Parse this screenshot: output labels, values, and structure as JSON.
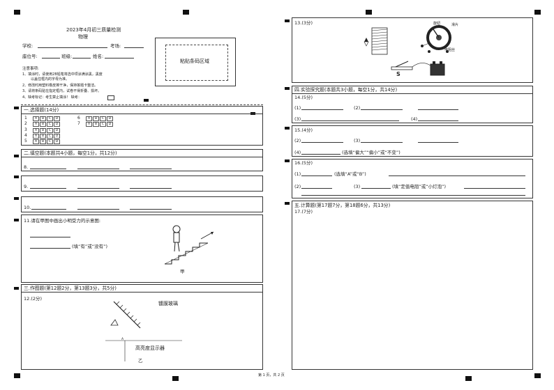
{
  "header": {
    "exam_title": "2023年4月初三质量检测",
    "subject": "物理",
    "school_label": "学校:",
    "exam_room_label": "考场:",
    "seat_label": "座位号:",
    "class_label": "班级:",
    "name_label": "姓名:",
    "barcode_area": "粘贴条码区域"
  },
  "notes": {
    "title": "注意事项:",
    "items": [
      "1、填涂时，请使用2B铅笔将选中项涂满涂黑，黑度",
      "以盖住框内的字母为准。",
      "2、修改时用塑料橡皮擦干净，保持答题卡整洁。",
      "3、请将条码贴在指定框内，试卷不得折叠、损坏。",
      "4、缺考标记：考生禁止填涂！  缺考："
    ]
  },
  "section1": {
    "title": "一.选择题(14分)",
    "options": [
      "A",
      "B",
      "C",
      "D"
    ],
    "left_numbers": [
      "1",
      "2",
      "3",
      "4",
      "5"
    ],
    "right_numbers": [
      "6",
      "7"
    ]
  },
  "section2": {
    "title": "二.填空题(本题共4小题，每空1分，共12分)",
    "q8": "8.",
    "q9": "9.",
    "q10": "10.",
    "q11": "11.请在甲图中画出小明受力的示意图:",
    "q11_hint": "(填“有”或“没有”)",
    "q11_figure_label": "甲"
  },
  "section3": {
    "title": "三.作图题(第12题2分，第13题3分，共5分)",
    "q12": "12.(2分)",
    "mirror_label": "镀膜玻璃",
    "screen_label": "高亮度显示器",
    "point_a": "A",
    "figure_label": "乙"
  },
  "right": {
    "q13": "13.(3分)",
    "q13_rotate_label": "旋钮",
    "q13_slide_label": "滑片",
    "q13_resistor_label": "电阻丝",
    "q13_switch_label": "S",
    "section4_title": "四.实验探究题(本题共3小题，每空1分，共14分)",
    "q14": "14.(5分)",
    "q15": "15.(4分)",
    "q15_hint": "(选填“偏大”“偏小”或“不变”)",
    "q16": "16.(5分)",
    "q16_hint1": "(选填“A”或“B”)",
    "q16_hint2": "(填“定值电阻”或“小灯泡”)",
    "blank_labels": [
      "(1)",
      "(2)",
      "(3)",
      "(4)"
    ],
    "section5_title": "五.计算题(第17题7分，第18题6分，共13分)",
    "q17": "17.(7分)"
  },
  "footer": {
    "page": "第 1 页，共 2 页"
  }
}
